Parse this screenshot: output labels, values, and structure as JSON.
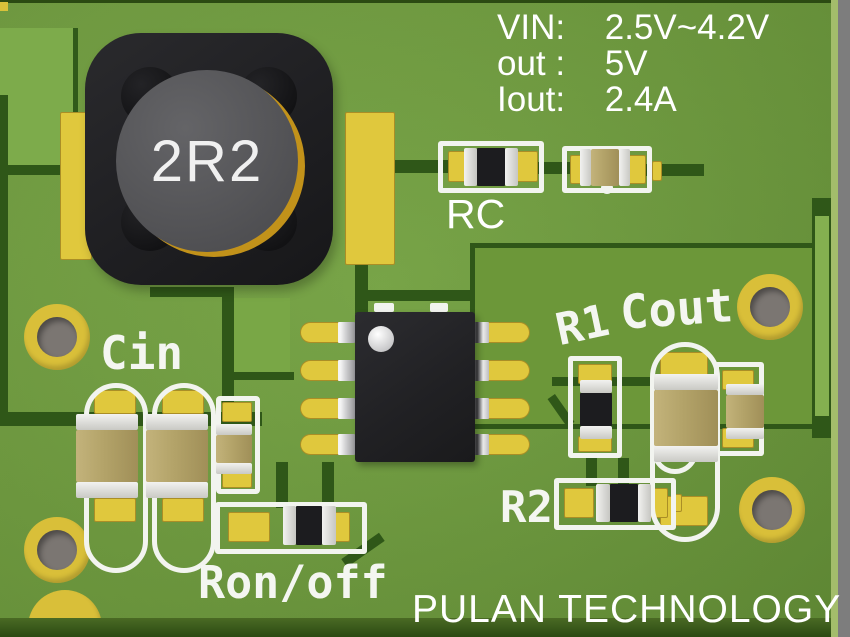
{
  "board": {
    "brand": "PULAN TECHNOLOGY",
    "specs": [
      {
        "label": "VIN:",
        "value": "2.5V~4.2V"
      },
      {
        "label": "out :",
        "value": "5V"
      },
      {
        "label": "Iout:",
        "value": "2.4A"
      }
    ],
    "silkscreen_labels": {
      "rc": "RC",
      "cin": "Cin",
      "r1": "R1",
      "cout": "Cout",
      "r2": "R2",
      "ron_off": "Ron/off"
    },
    "components": {
      "inductor_marking": "2R2"
    },
    "colors": {
      "board_green": "#72a040",
      "pour_light_green": "#7dab4b",
      "pour_olive_green": "#6c9739",
      "trace_dark_green": "#2f5718",
      "pad_yellow": "#e0c83d",
      "silkscreen_white": "#f2f4ef",
      "component_black": "#1c1c1f",
      "capacitor_tan": "#b3a369",
      "inductor_black": "#1f1f22",
      "inductor_core_gray": "#58585a",
      "hole_ring_yellow": "#d9bf39",
      "hole_center_gray": "#7b7672",
      "edge_background_gray": "#7d7d7d"
    }
  }
}
